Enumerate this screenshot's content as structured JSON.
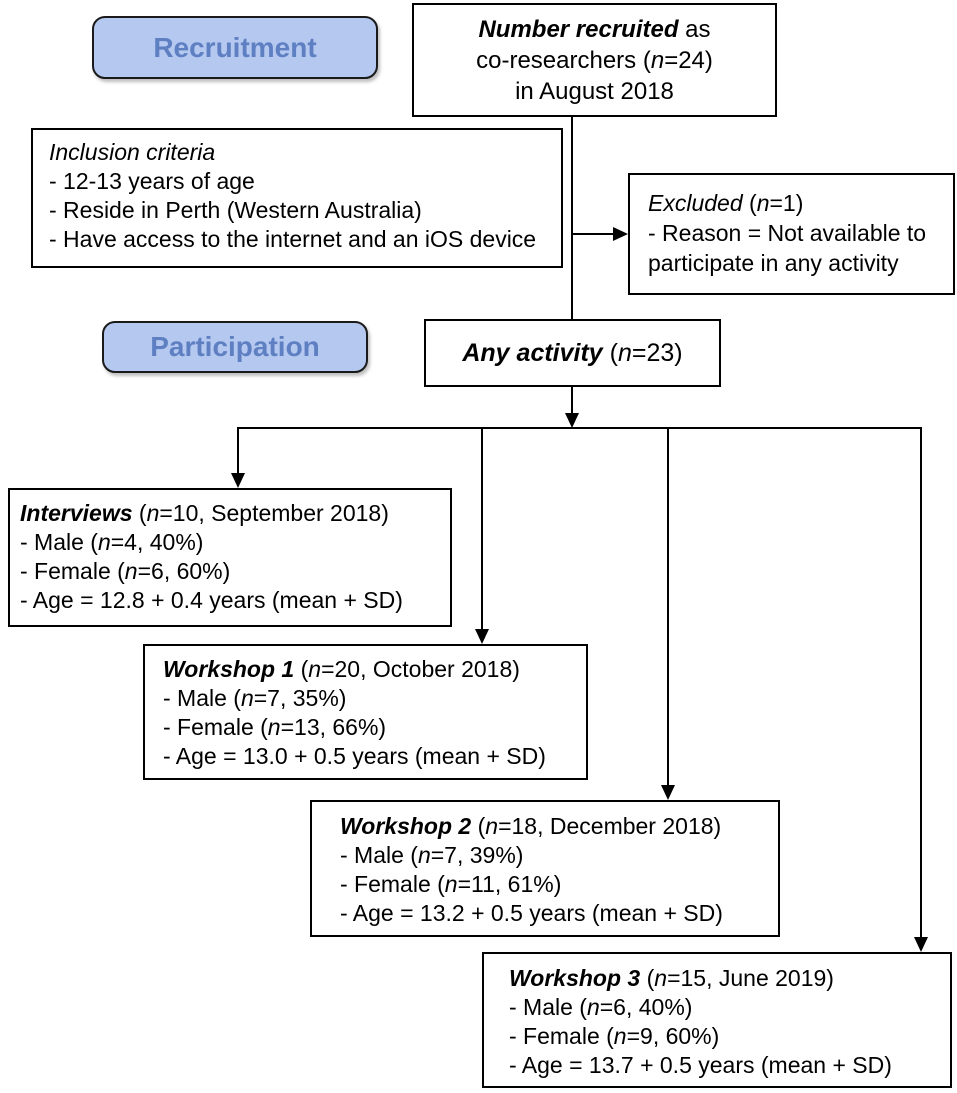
{
  "figure": {
    "type": "participant-flowchart",
    "colors": {
      "phase_pill_fill": "#b5c8f0",
      "phase_pill_text": "#5e80c2",
      "box_border": "#000000",
      "background": "#ffffff"
    },
    "phases": {
      "recruitment_label": "Recruitment",
      "participation_label": "Participation"
    },
    "boxes": {
      "number_recruited": {
        "lines": [
          [
            {
              "t": "Number recruited",
              "s": "bi"
            },
            {
              "t": " as"
            }
          ],
          [
            {
              "t": "co-researchers ("
            },
            {
              "t": "n",
              "s": "i"
            },
            {
              "t": "=24)"
            }
          ],
          [
            {
              "t": "in August 2018"
            }
          ]
        ]
      },
      "inclusion_criteria": {
        "lines": [
          [
            {
              "t": "Inclusion criteria",
              "s": "i"
            }
          ],
          [
            {
              "t": "- 12-13 years of age"
            }
          ],
          [
            {
              "t": "- Reside in Perth (Western Australia)"
            }
          ],
          [
            {
              "t": "- Have access to the internet and an iOS device"
            }
          ]
        ]
      },
      "excluded": {
        "lines": [
          [
            {
              "t": "Excluded",
              "s": "i"
            },
            {
              "t": " ("
            },
            {
              "t": "n",
              "s": "i"
            },
            {
              "t": "=1)"
            }
          ],
          [
            {
              "t": "- Reason = Not available to"
            }
          ],
          [
            {
              "t": "participate in any activity"
            }
          ]
        ]
      },
      "any_activity": {
        "lines": [
          [
            {
              "t": "Any activity",
              "s": "bi"
            },
            {
              "t": " ("
            },
            {
              "t": "n",
              "s": "i"
            },
            {
              "t": "=23)"
            }
          ]
        ]
      },
      "interviews": {
        "lines": [
          [
            {
              "t": "Interviews",
              "s": "bi"
            },
            {
              "t": " ("
            },
            {
              "t": "n",
              "s": "i"
            },
            {
              "t": "=10, September 2018)"
            }
          ],
          [
            {
              "t": "- Male ("
            },
            {
              "t": "n",
              "s": "i"
            },
            {
              "t": "=4, 40%)"
            }
          ],
          [
            {
              "t": "- Female ("
            },
            {
              "t": "n",
              "s": "i"
            },
            {
              "t": "=6, 60%)"
            }
          ],
          [
            {
              "t": "- Age = 12.8 + 0.4 years (mean + SD)"
            }
          ]
        ]
      },
      "workshop_1": {
        "lines": [
          [
            {
              "t": "Workshop 1",
              "s": "bi"
            },
            {
              "t": " ("
            },
            {
              "t": "n",
              "s": "i"
            },
            {
              "t": "=20, October 2018)"
            }
          ],
          [
            {
              "t": "- Male ("
            },
            {
              "t": "n",
              "s": "i"
            },
            {
              "t": "=7, 35%)"
            }
          ],
          [
            {
              "t": "- Female ("
            },
            {
              "t": "n",
              "s": "i"
            },
            {
              "t": "=13, 66%)"
            }
          ],
          [
            {
              "t": "- Age = 13.0 + 0.5 years (mean + SD)"
            }
          ]
        ]
      },
      "workshop_2": {
        "lines": [
          [
            {
              "t": "Workshop 2",
              "s": "bi"
            },
            {
              "t": " ("
            },
            {
              "t": "n",
              "s": "i"
            },
            {
              "t": "=18, December 2018)"
            }
          ],
          [
            {
              "t": "- Male ("
            },
            {
              "t": "n",
              "s": "i"
            },
            {
              "t": "=7, 39%)"
            }
          ],
          [
            {
              "t": "- Female ("
            },
            {
              "t": "n",
              "s": "i"
            },
            {
              "t": "=11, 61%)"
            }
          ],
          [
            {
              "t": "- Age = 13.2 + 0.5 years (mean + SD)"
            }
          ]
        ]
      },
      "workshop_3": {
        "lines": [
          [
            {
              "t": "Workshop 3",
              "s": "bi"
            },
            {
              "t": " ("
            },
            {
              "t": "n",
              "s": "i"
            },
            {
              "t": "=15, June 2019)"
            }
          ],
          [
            {
              "t": "- Male ("
            },
            {
              "t": "n",
              "s": "i"
            },
            {
              "t": "=6, 40%)"
            }
          ],
          [
            {
              "t": "- Female ("
            },
            {
              "t": "n",
              "s": "i"
            },
            {
              "t": "=9, 60%)"
            }
          ],
          [
            {
              "t": "- Age = 13.7 + 0.5 years (mean + SD)"
            }
          ]
        ]
      }
    }
  }
}
